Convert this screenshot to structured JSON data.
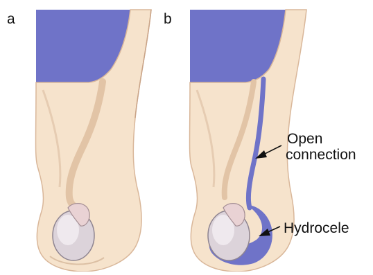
{
  "panels": [
    {
      "letter": "a"
    },
    {
      "letter": "b"
    }
  ],
  "annotations": {
    "open_connection_line1": "Open",
    "open_connection_line2": "connection",
    "hydrocele": "Hydrocele"
  },
  "colors": {
    "abdominal_cavity": "#6f73c8",
    "skin": "#f6e3cc",
    "skin_outline": "#d9b79a",
    "canal": "#e8cdb2",
    "testis": "#dcd3da",
    "fluid": "#6f73c8",
    "arrow": "#111111"
  }
}
